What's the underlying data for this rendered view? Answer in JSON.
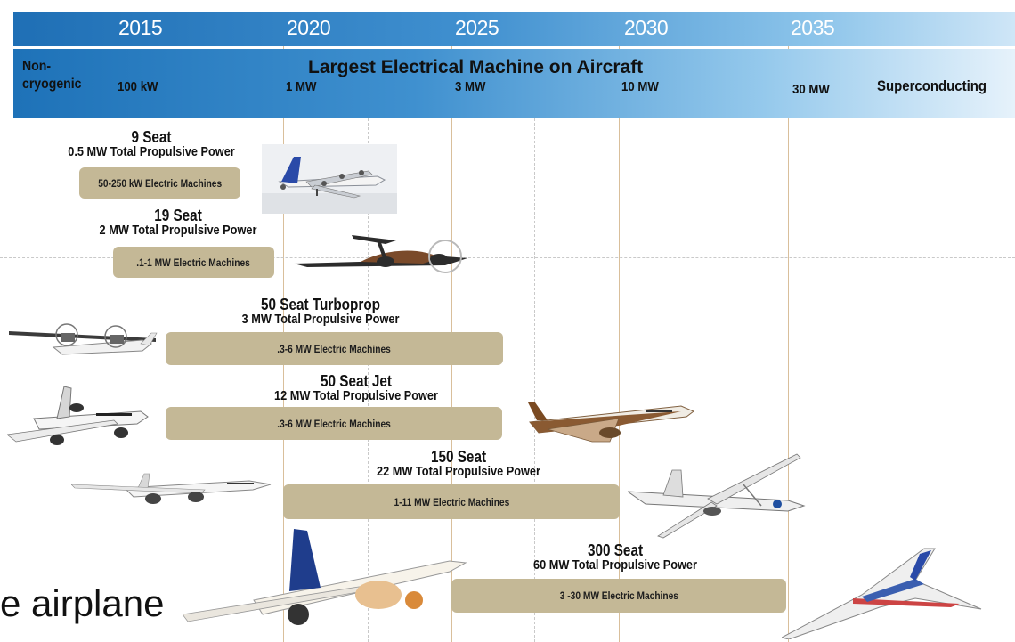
{
  "timeline": {
    "years": [
      "2015",
      "2020",
      "2025",
      "2030",
      "2035"
    ]
  },
  "machine_bar": {
    "title": "Largest Electrical Machine on Aircraft",
    "left_label_line1": "Non-",
    "left_label_line2": "cryogenic",
    "right_label": "Superconducting",
    "sizes": [
      "100 kW",
      "1 MW",
      "3 MW",
      "10 MW",
      "30 MW"
    ]
  },
  "rows": [
    {
      "seat": "9 Seat",
      "power": "0.5 MW Total Propulsive Power",
      "machines": "50-250 kW Electric Machines"
    },
    {
      "seat": "19 Seat",
      "power": "2 MW Total Propulsive Power",
      "machines": ".1-1 MW Electric Machines"
    },
    {
      "seat": "50 Seat Turboprop",
      "power": "3 MW Total Propulsive Power",
      "machines": ".3-6 MW Electric Machines"
    },
    {
      "seat": "50 Seat Jet",
      "power": "12 MW Total Propulsive Power",
      "machines": ".3-6 MW Electric Machines"
    },
    {
      "seat": "150 Seat",
      "power": "22 MW Total Propulsive Power",
      "machines": "1-11 MW Electric Machines"
    },
    {
      "seat": "300 Seat",
      "power": "60 MW Total Propulsive Power",
      "machines": "3 -30 MW Electric Machines"
    }
  ],
  "caption": "e airplane",
  "colors": {
    "year_bar": "#2f80c2",
    "machine_bar": "#3f90cf",
    "machine_box": "#c4b896",
    "year_line": "#d9bf9b"
  },
  "icons": [
    "nine-seat-aircraft-icon",
    "nineteen-seat-aircraft-icon",
    "turboprop-aircraft-icon",
    "regional-jet-icon",
    "single-aisle-jet-icon",
    "twin-aisle-jet-icon",
    "truss-wing-aircraft-icon",
    "blended-wing-body-icon"
  ]
}
